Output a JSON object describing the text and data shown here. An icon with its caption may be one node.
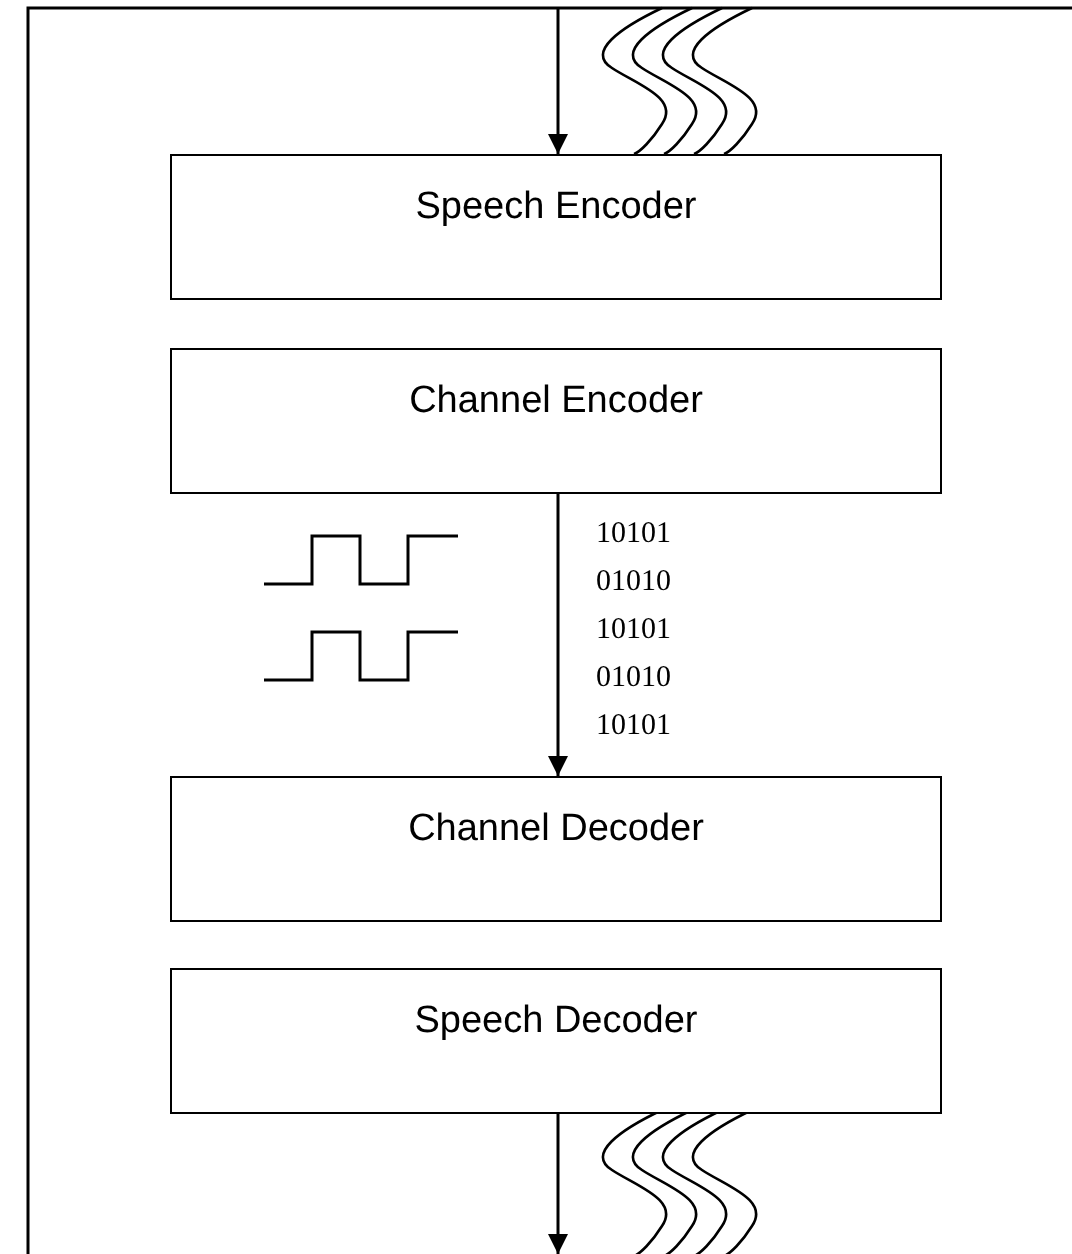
{
  "diagram": {
    "nodes": [
      {
        "text": [
          "Speech Encoder"
        ]
      },
      {
        "text": [
          "Channel Encoder"
        ]
      },
      {
        "text": [
          "Channel Decoder"
        ]
      },
      {
        "text": [
          "Speech Decoder"
        ]
      }
    ],
    "edges": [
      {
        "from": null,
        "to": 0,
        "arrow": "to"
      },
      {
        "from": 1,
        "to": 2,
        "arrow": "to"
      },
      {
        "from": 3,
        "to": null,
        "arrow": "to"
      }
    ],
    "labels": [
      "10101",
      "01010",
      "10101",
      "01010",
      "10101"
    ]
  }
}
